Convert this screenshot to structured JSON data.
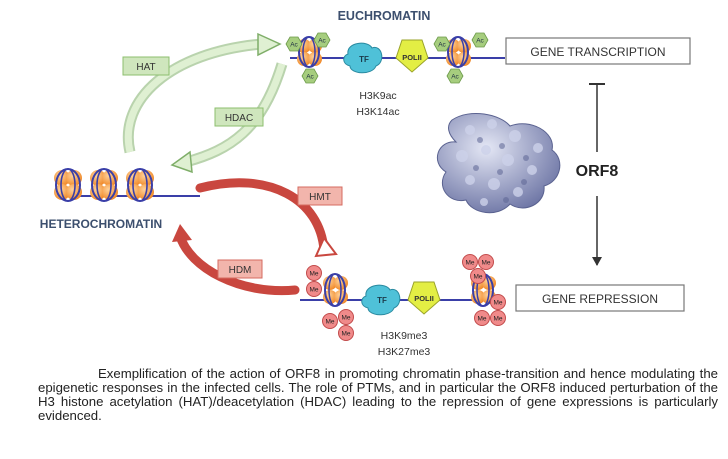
{
  "diagram": {
    "euchromatin_label": "EUCHROMATIN",
    "heterochromatin_label": "HETEROCHROMATIN",
    "gene_transcription_label": "GENE TRANSCRIPTION",
    "gene_repression_label": "GENE REPRESSION",
    "orf8_label": "ORF8",
    "hat_label": "HAT",
    "hdac_label": "HDAC",
    "hmt_label": "HMT",
    "hdm_label": "HDM",
    "tf_label": "TF",
    "pol_label": "POLII",
    "ac_label": "Ac",
    "me_label": "Me",
    "euchromatin_marks": [
      "H3K9ac",
      "H3K14ac"
    ],
    "heterochromatin_marks": [
      "H3K9me3",
      "H3K27me3"
    ]
  },
  "caption": {
    "text": "Exemplification of the action of ORF8 in promoting chromatin phase-transition and hence modulating the epigenetic responses in the infected cells. The role of PTMs, and in particular the ORF8 induced perturbation of the H3 histone acetylation (HAT)/deacetylation (HDAC) leading to the repression of gene expressions is particularly evidenced."
  },
  "colors": {
    "title_blue": "#3c4f6e",
    "green_arrow": "#9cc486",
    "green_box": "#cfe6bd",
    "red_arrow": "#c9473f",
    "red_box": "#f2b5ac",
    "histone_orange": "#f5a04a",
    "dna_blue": "#3a3fa8",
    "ac_green": "#a6cd7e",
    "me_red": "#f08a8a",
    "tf_cyan": "#4fc1d8",
    "pol_yellow": "#e3ee44",
    "protein_lavender": "#9aa2c8"
  }
}
